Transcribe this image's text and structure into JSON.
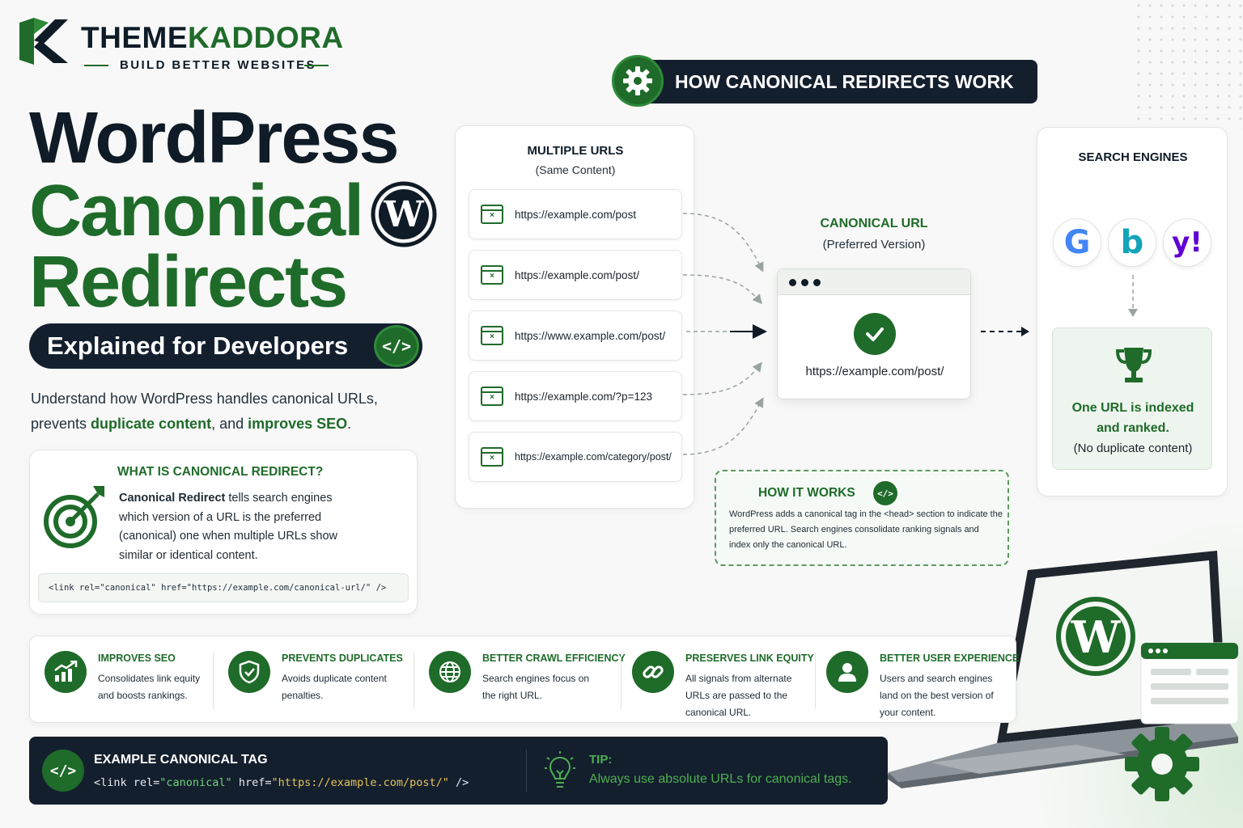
{
  "brand": {
    "name_part1": "THEME",
    "name_part2": "KADDORA",
    "tagline": "BUILD BETTER WEBSITES"
  },
  "title": {
    "line1": "WordPress",
    "line2": "Canonical",
    "line3": "Redirects",
    "banner": "Explained for Developers"
  },
  "intro": {
    "part1": "Understand how WordPress handles canonical URLs,",
    "part2": "prevents ",
    "highlight1": "duplicate content",
    "part3": ", and ",
    "highlight2": "improves SEO",
    "part4": "."
  },
  "what_is": {
    "heading": "WHAT IS CANONICAL REDIRECT?",
    "bold": "Canonical Redirect",
    "text": " tells search engines which version of a URL is the preferred (canonical) one when multiple URLs show similar or identical content.",
    "code": "<link rel=\"canonical\" href=\"https://example.com/canonical-url/\" />"
  },
  "how_header": "HOW CANONICAL REDIRECTS WORK",
  "multiple_urls": {
    "title": "MULTIPLE URLS",
    "subtitle": "(Same Content)",
    "urls": [
      "https://example.com/post",
      "https://example.com/post/",
      "https://www.example.com/post/",
      "https://example.com/?p=123",
      "https://example.com/category/post/"
    ]
  },
  "canonical": {
    "title": "CANONICAL URL",
    "subtitle": "(Preferred Version)",
    "url": "https://example.com/post/"
  },
  "search_engines": {
    "title": "SEARCH ENGINES",
    "engines": [
      "google-icon",
      "bing-icon",
      "yahoo-icon"
    ],
    "result_line1": "One URL is indexed",
    "result_line2": "and ranked.",
    "result_line3": "(No duplicate content)"
  },
  "how_it_works": {
    "title": "HOW IT WORKS",
    "text": "WordPress adds a canonical tag in the <head> section to indicate the preferred URL. Search engines consolidate ranking signals and index only the canonical URL."
  },
  "benefits": [
    {
      "title": "IMPROVES SEO",
      "text": "Consolidates link equity and boosts rankings."
    },
    {
      "title": "PREVENTS DUPLICATES",
      "text": "Avoids duplicate content penalties."
    },
    {
      "title": "BETTER CRAWL EFFICIENCY",
      "text": "Search engines focus on the right URL."
    },
    {
      "title": "PRESERVES LINK EQUITY",
      "text": "All signals from alternate URLs are passed to the canonical URL."
    },
    {
      "title": "BETTER USER EXPERIENCE",
      "text": "Users and search engines land on the best version of your content."
    }
  ],
  "example": {
    "title": "EXAMPLE CANONICAL TAG",
    "code_open": "<link rel=",
    "code_rel": "\"canonical\"",
    "code_mid": " href=",
    "code_href": "\"https://example.com/post/\"",
    "code_close": " />"
  },
  "tip": {
    "label": "TIP:",
    "text": "Always use absolute URLs for canonical tags."
  },
  "colors": {
    "brand_green": "#1f6b2a",
    "navy": "#141f2e",
    "code_green": "#6fd37a",
    "code_yellow": "#e4c45a"
  }
}
